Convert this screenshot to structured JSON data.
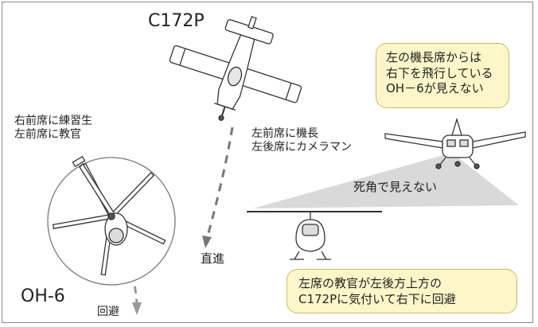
{
  "labels": {
    "c172p": "C172P",
    "oh6": "OH-6",
    "helicopter_crew": "右前席に練習生\n左前席に教官",
    "cessna_crew": "左前席に機長\n左後席にカメラマン",
    "straight": "直進",
    "evade": "回避",
    "blind_spot": "死角で見えない"
  },
  "callouts": {
    "top": "左の機長席からは\n右下を飛行している\nOH－6が見えない",
    "bottom": "左席の教官が左後方上方の\nC172Pに気付いて右下に回避"
  },
  "colors": {
    "callout_fill": "#fdf6c8",
    "callout_border": "#d0b865",
    "blind_spot_fill": "#d9d9d9",
    "path_line": "#777777"
  }
}
